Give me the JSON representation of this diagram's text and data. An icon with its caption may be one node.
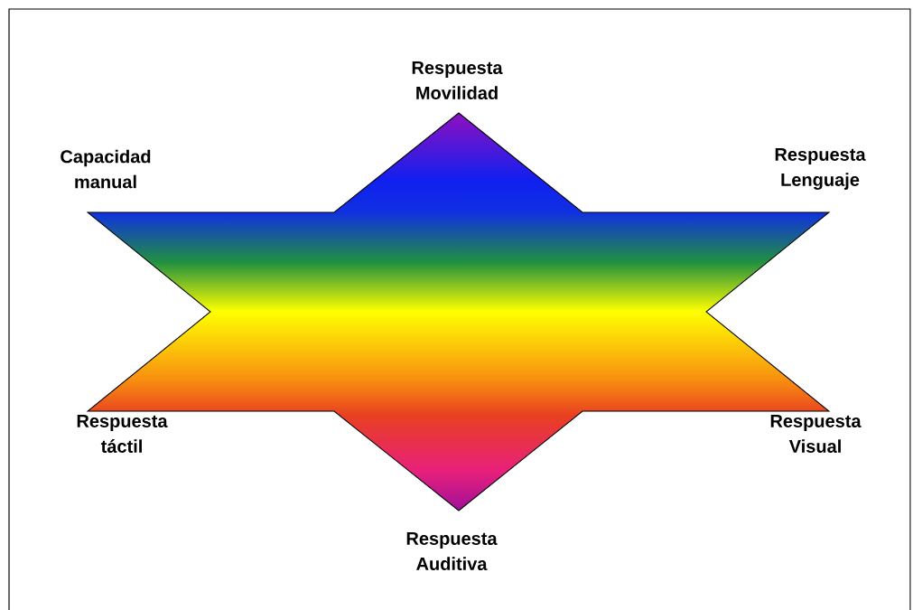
{
  "diagram": {
    "labels": [
      "Respuesta Movilidad",
      "Capacidad manual",
      "Respuesta Lenguaje",
      "Respuesta táctil",
      "Respuesta Visual",
      "Respuesta Auditiva"
    ]
  }
}
